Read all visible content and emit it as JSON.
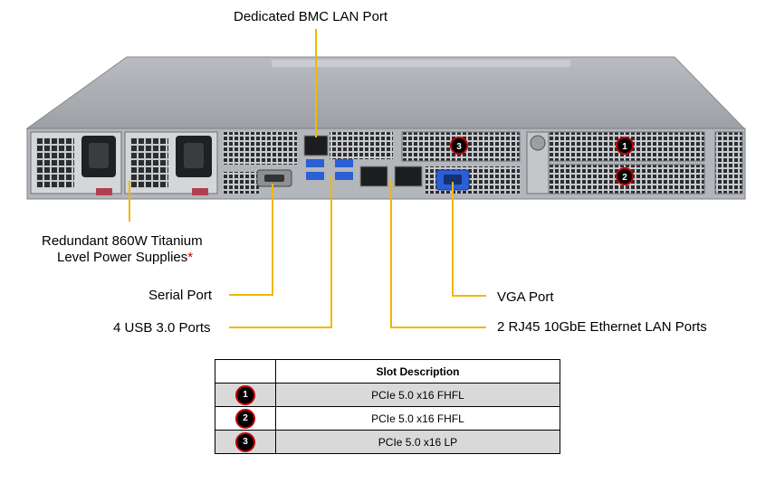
{
  "callouts": {
    "bmc": "Dedicated BMC LAN Port",
    "power_line1": "Redundant  860W Titanium",
    "power_line2": "Level Power Supplies",
    "power_asterisk": "*",
    "serial": "Serial Port",
    "usb": "4 USB 3.0 Ports",
    "vga": "VGA Port",
    "lan": "2 RJ45 10GbE Ethernet  LAN Ports"
  },
  "chassis_badges": [
    "3",
    "1",
    "2"
  ],
  "slot_table": {
    "header": "Slot Description",
    "rows": [
      {
        "num": "1",
        "desc": "PCIe  5.0 x16 FHFL"
      },
      {
        "num": "2",
        "desc": "PCIe  5.0 x16 FHFL"
      },
      {
        "num": "3",
        "desc": "PCIe  5.0 x16 LP"
      }
    ]
  },
  "colors": {
    "leader": "#f2b700",
    "badge_ring": "#c00000",
    "badge_fill": "#000000",
    "row_shade": "#d9d9d9"
  }
}
